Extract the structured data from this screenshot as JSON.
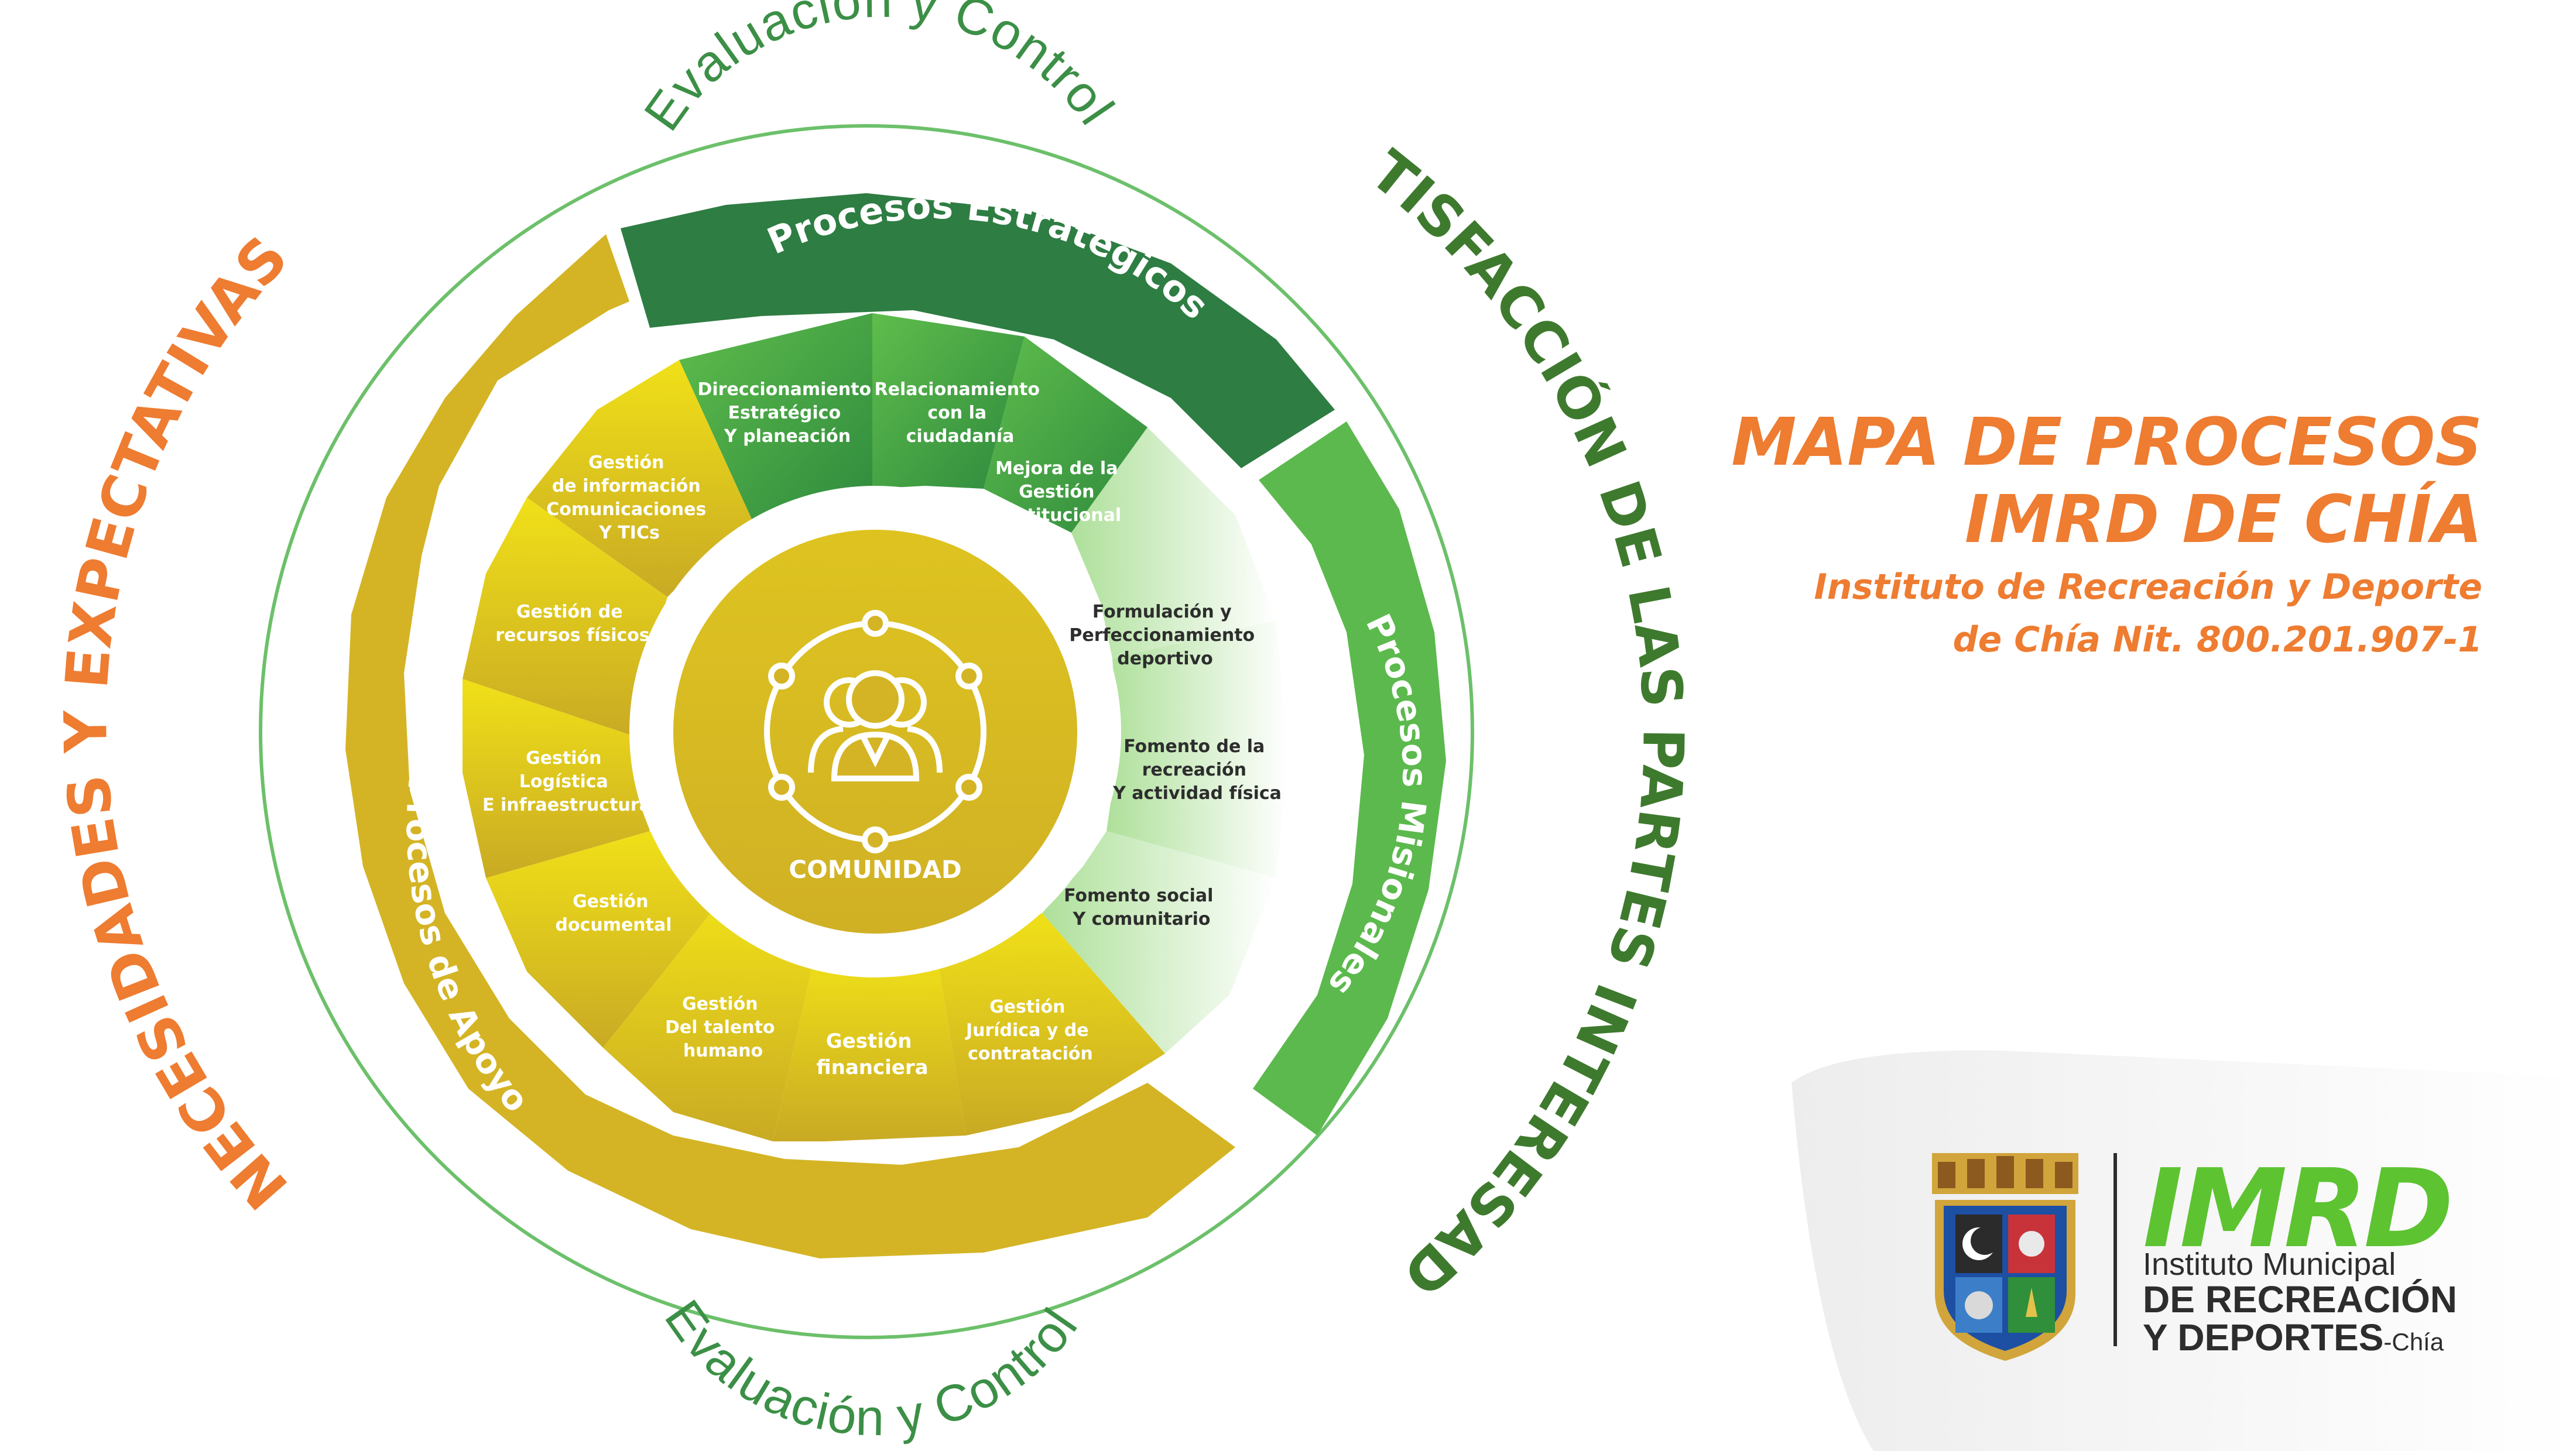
{
  "diagram": {
    "outer_left": "NECESIDADES Y EXPECTATIVAS",
    "outer_right": "SATISFACCIÓN DE LAS PARTES INTERESADAS",
    "ring_top": "Evaluación y Control",
    "ring_bottom": "Evaluación y Control",
    "band_strategic": "Procesos Estratégicos",
    "band_misional": "Procesos Misionales",
    "band_apoyo": "Procesos de Apoyo",
    "center": "COMUNIDAD",
    "center_icon": "community-people-icon",
    "colors": {
      "orange": "#ee7c31",
      "dark_green": "#2e7d43",
      "green": "#5cb94d",
      "gold": "#d4b425",
      "ring": "#6cc06a"
    },
    "segments": {
      "dir": [
        "Direccionamiento",
        "Estratégico",
        "Y planeación"
      ],
      "rel": [
        "Relacionamiento",
        "con la",
        "ciudadanía"
      ],
      "mej": [
        "Mejora de la",
        "Gestión",
        "institucional"
      ],
      "for": [
        "Formulación y",
        "Perfeccionamiento",
        "deportivo"
      ],
      "fom": [
        "Fomento de la",
        "recreación",
        "Y actividad física"
      ],
      "soc": [
        "Fomento social",
        "Y comunitario"
      ],
      "jur": [
        "Gestión",
        "Jurídica y de",
        "contratación"
      ],
      "fin": [
        "Gestión",
        "financiera"
      ],
      "tal": [
        "Gestión",
        "Del talento",
        "humano"
      ],
      "doc": [
        "Gestión",
        "documental"
      ],
      "log": [
        "Gestión",
        "Logística",
        "E infraestructura"
      ],
      "rec": [
        "Gestión de",
        "recursos físicos"
      ],
      "inf": [
        "Gestión",
        "de información",
        "Comunicaciones",
        "Y TICs"
      ]
    }
  },
  "panel": {
    "title1": "MAPA DE PROCESOS",
    "title2": "IMRD DE CHÍA",
    "sub1": "Instituto de Recreación y Deporte",
    "sub2": "de Chía Nit. 800.201.907-1"
  },
  "logo": {
    "imrd": "IMRD",
    "line1": "Instituto Municipal",
    "line2": "DE RECREACIÓN",
    "line3": "Y DEPORTES",
    "line3_suffix": "-Chía",
    "crest_icon": "coat-of-arms-icon"
  }
}
